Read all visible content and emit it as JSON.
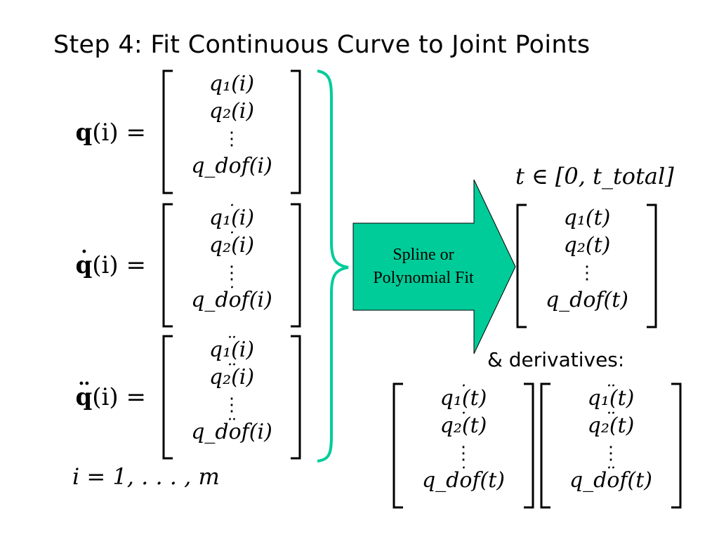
{
  "title": "Step 4: Fit Continuous Curve to Joint Points",
  "left": {
    "q": {
      "var": "q",
      "arg": "(i) =",
      "entries": [
        "q₁(i)",
        "q₂(i)",
        "⋮",
        "q_dof(i)"
      ]
    },
    "qdot": {
      "var": "q",
      "arg": "(i) =",
      "entries": [
        "q₁(i)",
        "q₂(i)",
        "⋮",
        "q_dof(i)"
      ]
    },
    "qddot": {
      "var": "q",
      "arg": "(i) =",
      "entries": [
        "q₁(i)",
        "q₂(i)",
        "⋮",
        "q_dof(i)"
      ]
    },
    "range": "i = 1, . . . , m"
  },
  "arrow": {
    "line1": "Spline or",
    "line2": "Polynomial Fit",
    "fill": "#00CC99",
    "brace_color": "#00CC99"
  },
  "right": {
    "time_domain": "t ∈ [0, t_total]",
    "fit": {
      "entries": [
        "q₁(t)",
        "q₂(t)",
        "⋮",
        "q_dof(t)"
      ]
    },
    "derivatives_label": "& derivatives:",
    "dfit": {
      "entries": [
        "q₁(t)",
        "q₂(t)",
        "⋮",
        "q_dof(t)"
      ]
    },
    "ddfit": {
      "entries": [
        "q₁(t)",
        "q₂(t)",
        "⋮",
        "q_dof(t)"
      ]
    }
  }
}
